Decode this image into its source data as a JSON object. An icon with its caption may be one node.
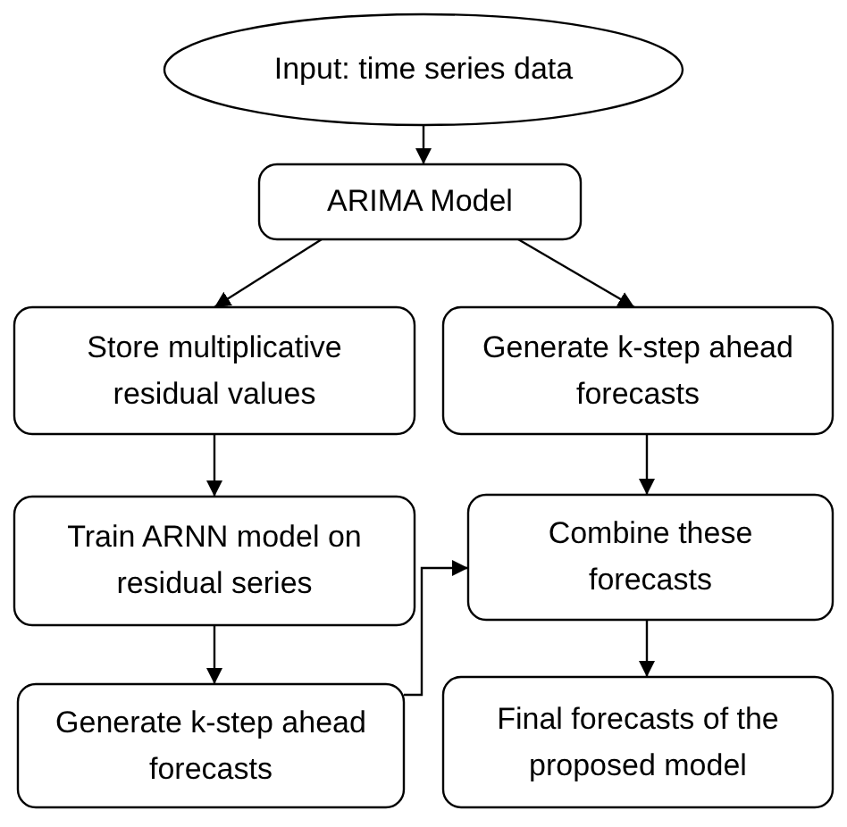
{
  "diagram": {
    "nodes": [
      {
        "text": [
          "Input: time series data"
        ]
      },
      {
        "text": [
          "ARIMA Model"
        ]
      },
      {
        "text": [
          "Store multiplicative residual values"
        ]
      },
      {
        "text": [
          "Generate k-step ahead forecasts"
        ]
      },
      {
        "text": [
          "Train ARNN model on residual series"
        ]
      },
      {
        "text": [
          "Combine these forecasts"
        ]
      },
      {
        "text": [
          "Generate k-step ahead forecasts"
        ]
      },
      {
        "text": [
          "Final forecasts of the proposed model"
        ]
      }
    ],
    "edges": [
      {
        "from": 0,
        "to": 1,
        "arrow": "to"
      },
      {
        "from": 1,
        "to": 2,
        "arrow": "to"
      },
      {
        "from": 1,
        "to": 3,
        "arrow": "to"
      },
      {
        "from": 2,
        "to": 4,
        "arrow": "to"
      },
      {
        "from": 3,
        "to": 5,
        "arrow": "to"
      },
      {
        "from": 4,
        "to": 6,
        "arrow": "to"
      },
      {
        "from": 6,
        "to": 5,
        "arrow": "to"
      },
      {
        "from": 5,
        "to": 7,
        "arrow": "to"
      }
    ]
  }
}
